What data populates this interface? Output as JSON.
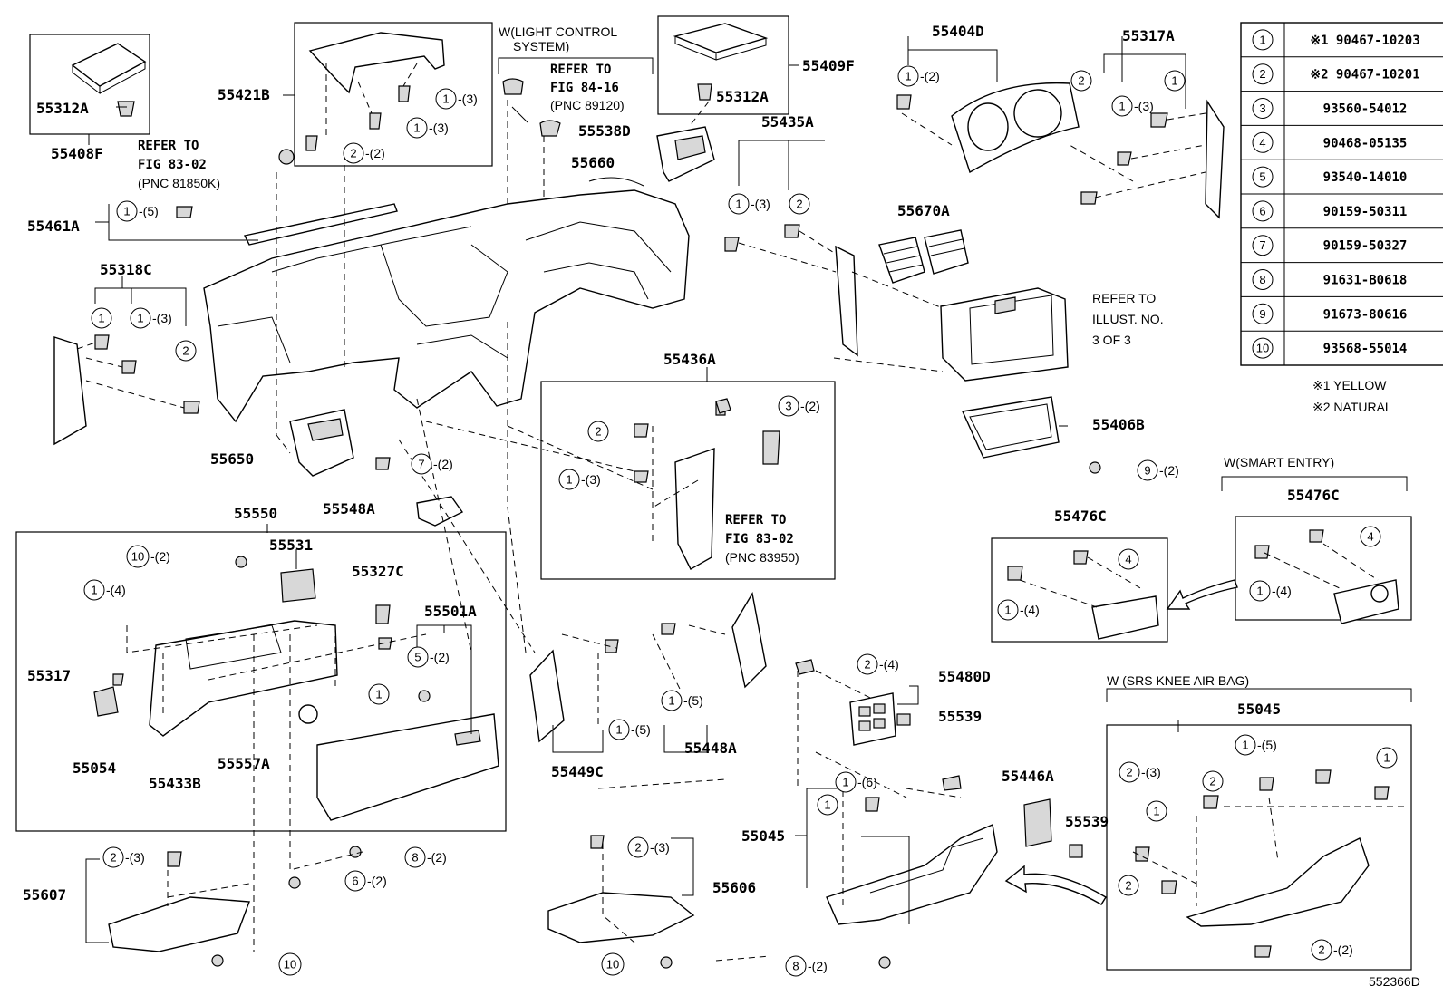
{
  "diagram_code": "552366D",
  "parts": {
    "p55312A_left": "55312A",
    "p55408F": "55408F",
    "p55421B": "55421B",
    "p55312A_right": "55312A",
    "p55409F": "55409F",
    "p55404D": "55404D",
    "p55317A": "55317A",
    "p55538D": "55538D",
    "p55660": "55660",
    "p55435A": "55435A",
    "p55461A": "55461A",
    "p55670A": "55670A",
    "p55318C": "55318C",
    "p55436A": "55436A",
    "p55406B": "55406B",
    "p55650": "55650",
    "p55548A": "55548A",
    "p55550": "55550",
    "p55531": "55531",
    "p55327C": "55327C",
    "p55501A": "55501A",
    "p55476C_a": "55476C",
    "p55476C_b": "55476C",
    "p55317": "55317",
    "p55480D": "55480D",
    "p55539_a": "55539",
    "p55054": "55054",
    "p55433B": "55433B",
    "p55557A": "55557A",
    "p55449C": "55449C",
    "p55448A": "55448A",
    "p55045_a": "55045",
    "p55446A": "55446A",
    "p55539_b": "55539",
    "p55045_b": "55045",
    "p55607": "55607",
    "p55606": "55606"
  },
  "notes": {
    "refer_8302_a_l1": "REFER TO",
    "refer_8302_a_l2": "FIG 83-02",
    "refer_8302_a_l3": "(PNC 81850K)",
    "wlight_l1": "W(LIGHT CONTROL",
    "wlight_l2": "SYSTEM)",
    "refer_8416_l1": "REFER TO",
    "refer_8416_l2": "FIG 84-16",
    "refer_8416_l3": "(PNC 89120)",
    "refer_8302_b_l1": "REFER TO",
    "refer_8302_b_l2": "FIG 83-02",
    "refer_8302_b_l3": "(PNC 83950)",
    "illust_l1": "REFER TO",
    "illust_l2": "ILLUST. NO.",
    "illust_l3": "3 OF 3",
    "smart_entry": "W(SMART ENTRY)",
    "srs": "W (SRS KNEE AIR BAG)",
    "yellow": "※1 YELLOW",
    "natural": "※2 NATURAL"
  },
  "legend": [
    {
      "n": "1",
      "part": "※1 90467-10203"
    },
    {
      "n": "2",
      "part": "※2 90467-10201"
    },
    {
      "n": "3",
      "part": "93560-54012"
    },
    {
      "n": "4",
      "part": "90468-05135"
    },
    {
      "n": "5",
      "part": "93540-14010"
    },
    {
      "n": "6",
      "part": "90159-50311"
    },
    {
      "n": "7",
      "part": "90159-50327"
    },
    {
      "n": "8",
      "part": "91631-B0618"
    },
    {
      "n": "9",
      "part": "91673-80616"
    },
    {
      "n": "10",
      "part": "93568-55014"
    }
  ],
  "callouts": [
    {
      "n": "1",
      "q": "-(3)"
    },
    {
      "n": "1",
      "q": "-(3)"
    },
    {
      "n": "2",
      "q": "-(2)"
    },
    {
      "n": "1",
      "q": "-(2)"
    },
    {
      "n": "2",
      "q": ""
    },
    {
      "n": "1",
      "q": "-(3)"
    },
    {
      "n": "1",
      "q": ""
    },
    {
      "n": "1",
      "q": "-(5)"
    },
    {
      "n": "1",
      "q": "-(3)"
    },
    {
      "n": "2",
      "q": ""
    },
    {
      "n": "1",
      "q": ""
    },
    {
      "n": "1",
      "q": "-(3)"
    },
    {
      "n": "2",
      "q": ""
    },
    {
      "n": "3",
      "q": "-(2)"
    },
    {
      "n": "2",
      "q": ""
    },
    {
      "n": "1",
      "q": "-(3)"
    },
    {
      "n": "7",
      "q": "-(2)"
    },
    {
      "n": "9",
      "q": "-(2)"
    },
    {
      "n": "10",
      "q": "-(2)"
    },
    {
      "n": "1",
      "q": "-(4)"
    },
    {
      "n": "5",
      "q": "-(2)"
    },
    {
      "n": "1",
      "q": ""
    },
    {
      "n": "4",
      "q": ""
    },
    {
      "n": "1",
      "q": "-(4)"
    },
    {
      "n": "4",
      "q": ""
    },
    {
      "n": "1",
      "q": "-(4)"
    },
    {
      "n": "2",
      "q": "-(4)"
    },
    {
      "n": "1",
      "q": "-(5)"
    },
    {
      "n": "1",
      "q": "-(5)"
    },
    {
      "n": "1",
      "q": "-(6)"
    },
    {
      "n": "1",
      "q": ""
    },
    {
      "n": "1",
      "q": "-(5)"
    },
    {
      "n": "2",
      "q": "-(3)"
    },
    {
      "n": "2",
      "q": ""
    },
    {
      "n": "1",
      "q": ""
    },
    {
      "n": "1",
      "q": ""
    },
    {
      "n": "2",
      "q": ""
    },
    {
      "n": "2",
      "q": "-(2)"
    },
    {
      "n": "8",
      "q": "-(2)"
    },
    {
      "n": "6",
      "q": "-(2)"
    },
    {
      "n": "2",
      "q": "-(3)"
    },
    {
      "n": "10",
      "q": ""
    },
    {
      "n": "2",
      "q": "-(3)"
    },
    {
      "n": "10",
      "q": ""
    },
    {
      "n": "8",
      "q": "-(2)"
    }
  ]
}
